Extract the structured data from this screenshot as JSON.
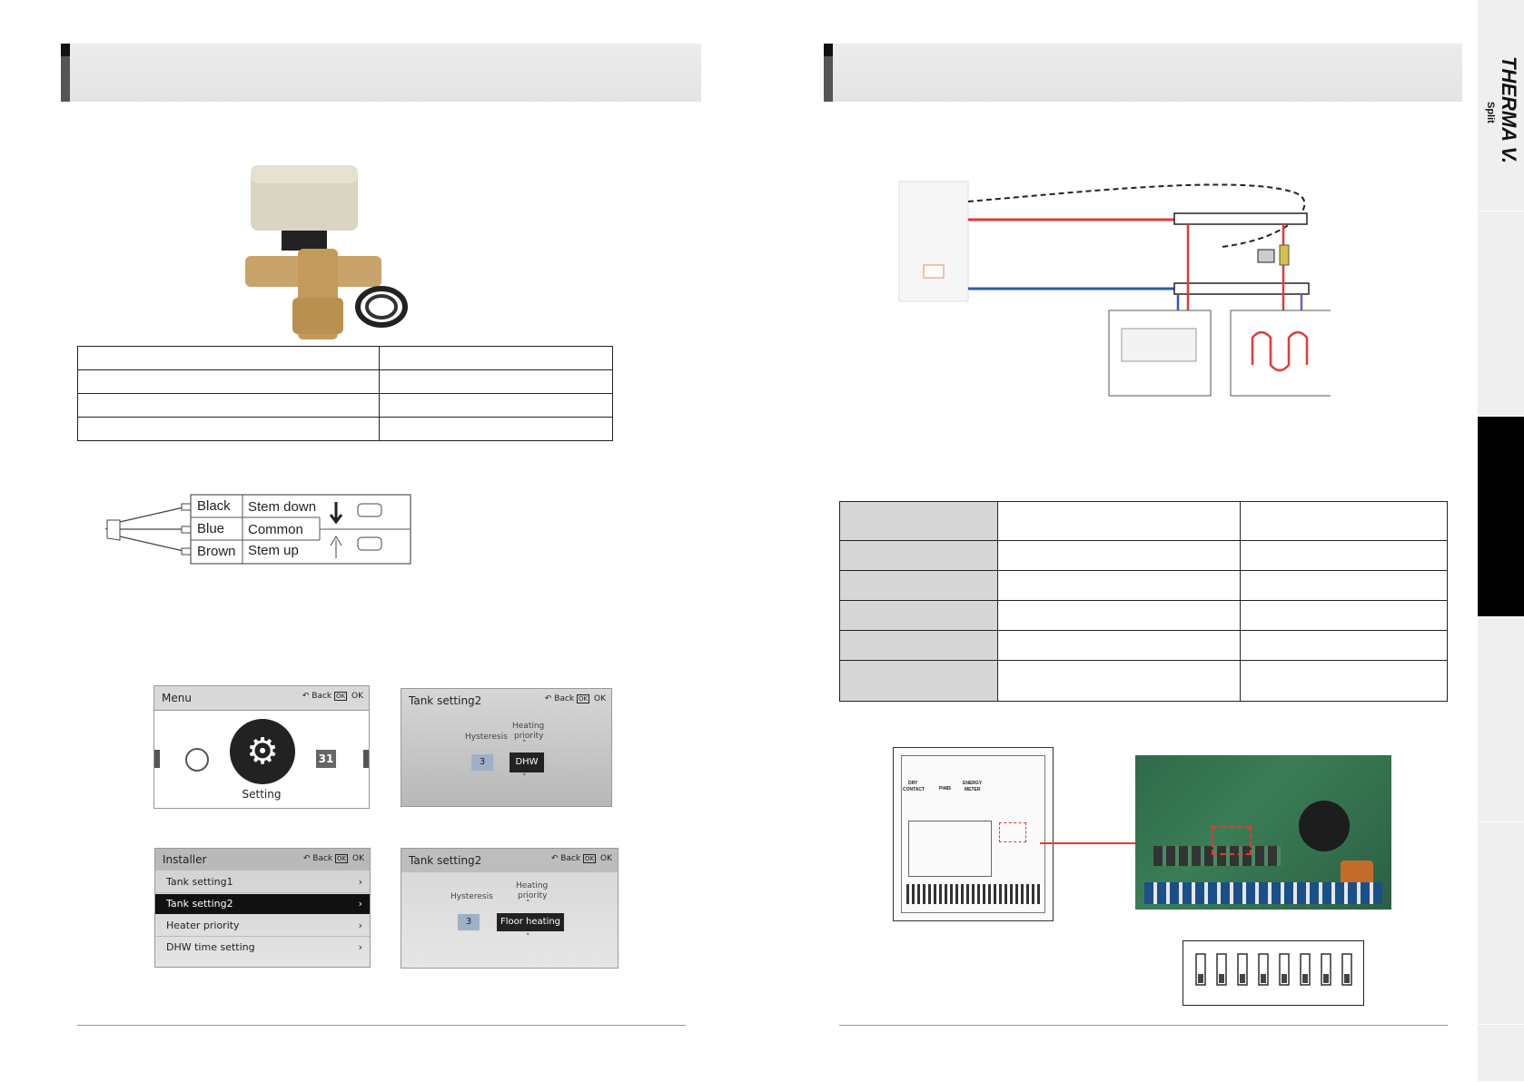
{
  "brand": {
    "name": "THERMA V.",
    "sub": "Split"
  },
  "left_page": {
    "spec_table_rows": 4,
    "wiring": {
      "rows": [
        {
          "color": "Black",
          "function": "Stem down"
        },
        {
          "color": "Blue",
          "function": "Common"
        },
        {
          "color": "Brown",
          "function": "Stem up"
        }
      ]
    },
    "screens": {
      "menu": {
        "title": "Menu",
        "back": "Back",
        "ok": "OK",
        "center_label": "Setting",
        "calendar_day": "31"
      },
      "tank1": {
        "title": "Tank setting2",
        "back": "Back",
        "ok": "OK",
        "hysteresis_label": "Hysteresis",
        "priority_label_1": "Heating",
        "priority_label_2": "priority",
        "hysteresis_value": "3",
        "priority_value": "DHW"
      },
      "installer": {
        "title": "Installer",
        "back": "Back",
        "ok": "OK",
        "items": [
          "Tank setting1",
          "Tank setting2",
          "Heater priority",
          "DHW time setting"
        ]
      },
      "tank2": {
        "title": "Tank setting2",
        "back": "Back",
        "ok": "OK",
        "hysteresis_label": "Hysteresis",
        "priority_label_1": "Heating",
        "priority_label_2": "priority",
        "hysteresis_value": "3",
        "priority_value": "Floor heating"
      }
    }
  },
  "right_page": {
    "pcb_labels": {
      "dry_contact_1": "DRY",
      "dry_contact_2": "CONTACT",
      "rs485": "PI485",
      "energy_1": "ENERGY",
      "energy_2": "METER"
    },
    "switch_count": 8
  },
  "colors": {
    "hot_pipe": "#e53935",
    "cold_pipe": "#2b5aa8",
    "return_pipe": "#7e57c2",
    "header_bar": "#e8e8e8",
    "side_tab_active": "#000000"
  }
}
